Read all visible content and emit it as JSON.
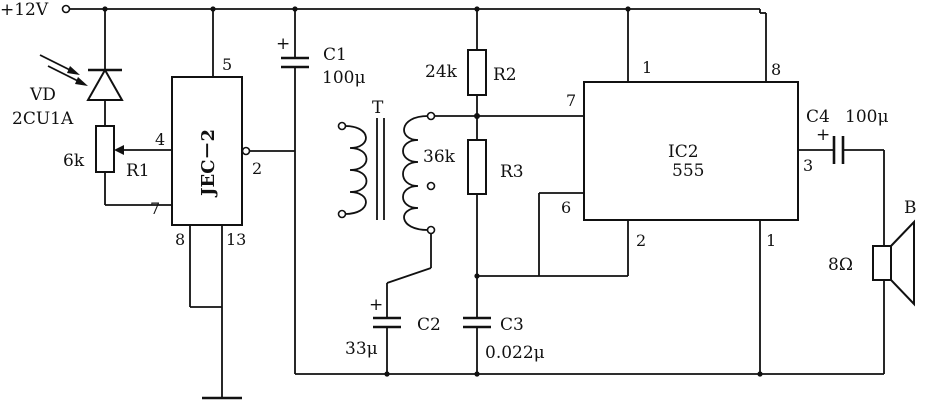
{
  "supply": {
    "label": "+12V"
  },
  "vd": {
    "ref": "VD",
    "part": "2CU1A"
  },
  "r1": {
    "value": "6k",
    "ref": "R1"
  },
  "jec": {
    "name": "JEC－2",
    "pins": {
      "p4": "4",
      "p5": "5",
      "p2": "2",
      "p7": "7",
      "p8": "8",
      "p13": "13"
    }
  },
  "c1": {
    "ref": "C1",
    "value": "100μ",
    "plus": "+"
  },
  "transformer": {
    "ref": "T",
    "tap": "36k"
  },
  "r2": {
    "value": "24k",
    "ref": "R2"
  },
  "r3": {
    "ref": "R3"
  },
  "c2": {
    "ref": "C2",
    "value": "33μ",
    "plus": "+"
  },
  "c3": {
    "ref": "C3",
    "value": "0.022μ"
  },
  "ic2": {
    "name": "IC2",
    "type": "555",
    "pins": {
      "p1top": "1",
      "p8": "8",
      "p7": "7",
      "p6": "6",
      "p2": "2",
      "p1bot": "1",
      "p3": "3"
    }
  },
  "c4": {
    "ref": "C4",
    "value": "100μ",
    "plus": "+"
  },
  "speaker": {
    "ref": "B",
    "value": "8Ω"
  }
}
